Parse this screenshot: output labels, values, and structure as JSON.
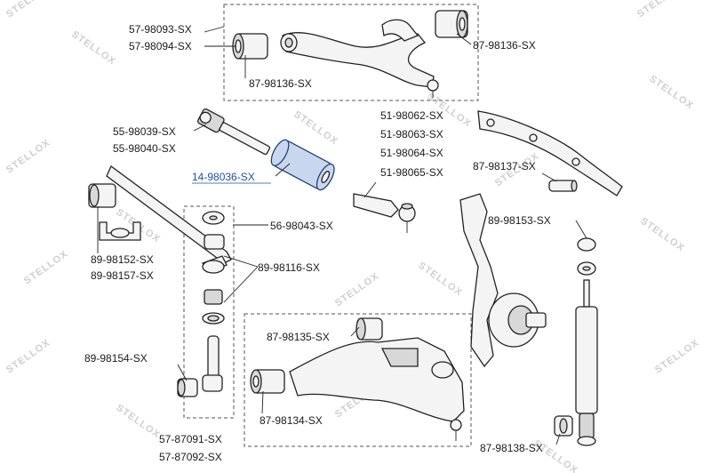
{
  "watermark": "STELLOX",
  "labels": {
    "l57_98093": "57-98093-SX",
    "l57_98094": "57-98094-SX",
    "l87_98136a": "87-98136-SX",
    "l87_98136b": "87-98136-SX",
    "l55_98039": "55-98039-SX",
    "l55_98040": "55-98040-SX",
    "l51_98062": "51-98062-SX",
    "l51_98063": "51-98063-SX",
    "l51_98064": "51-98064-SX",
    "l51_98065": "51-98065-SX",
    "l14_98036": "14-98036-SX",
    "l87_98137": "87-98137-SX",
    "l56_98043": "56-98043-SX",
    "l89_98153": "89-98153-SX",
    "l89_98152": "89-98152-SX",
    "l89_98157": "89-98157-SX",
    "l89_98116": "89-98116-SX",
    "l87_98135": "87-98135-SX",
    "l89_98154": "89-98154-SX",
    "l87_98134": "87-98134-SX",
    "l57_87091": "57-87091-SX",
    "l57_87092": "57-87092-SX",
    "l87_98138": "87-98138-SX"
  }
}
